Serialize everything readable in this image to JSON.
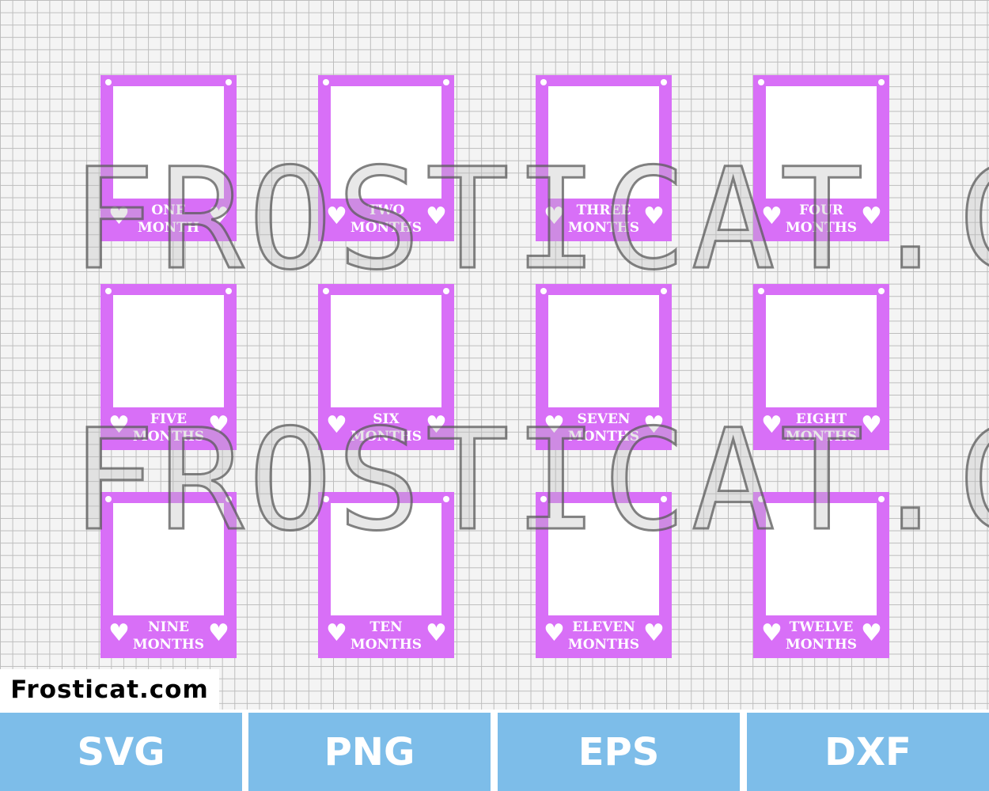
{
  "frames": [
    {
      "line1": "ONE",
      "line2": "MONTH"
    },
    {
      "line1": "TWO",
      "line2": "MONTHS"
    },
    {
      "line1": "THREE",
      "line2": "MONTHS"
    },
    {
      "line1": "FOUR",
      "line2": "MONTHS"
    },
    {
      "line1": "FIVE",
      "line2": "MONTHS"
    },
    {
      "line1": "SIX",
      "line2": "MONTHS"
    },
    {
      "line1": "SEVEN",
      "line2": "MONTHS"
    },
    {
      "line1": "EIGHT",
      "line2": "MONTHS"
    },
    {
      "line1": "NINE",
      "line2": "MONTHS"
    },
    {
      "line1": "TEN",
      "line2": "MONTHS"
    },
    {
      "line1": "ELEVEN",
      "line2": "MONTHS"
    },
    {
      "line1": "TWELVE",
      "line2": "MONTHS"
    }
  ],
  "watermark": "FROSTICAT.COM",
  "brand": "Frosticat.com",
  "formats": [
    "SVG",
    "PNG",
    "EPS",
    "DXF"
  ],
  "colors": {
    "frame": "#d86ff7",
    "format_bar": "#7dbde9",
    "grid": "#bdbdbd"
  },
  "icons": {
    "heart": "heart-icon",
    "hanging_hole": "hole-icon"
  }
}
